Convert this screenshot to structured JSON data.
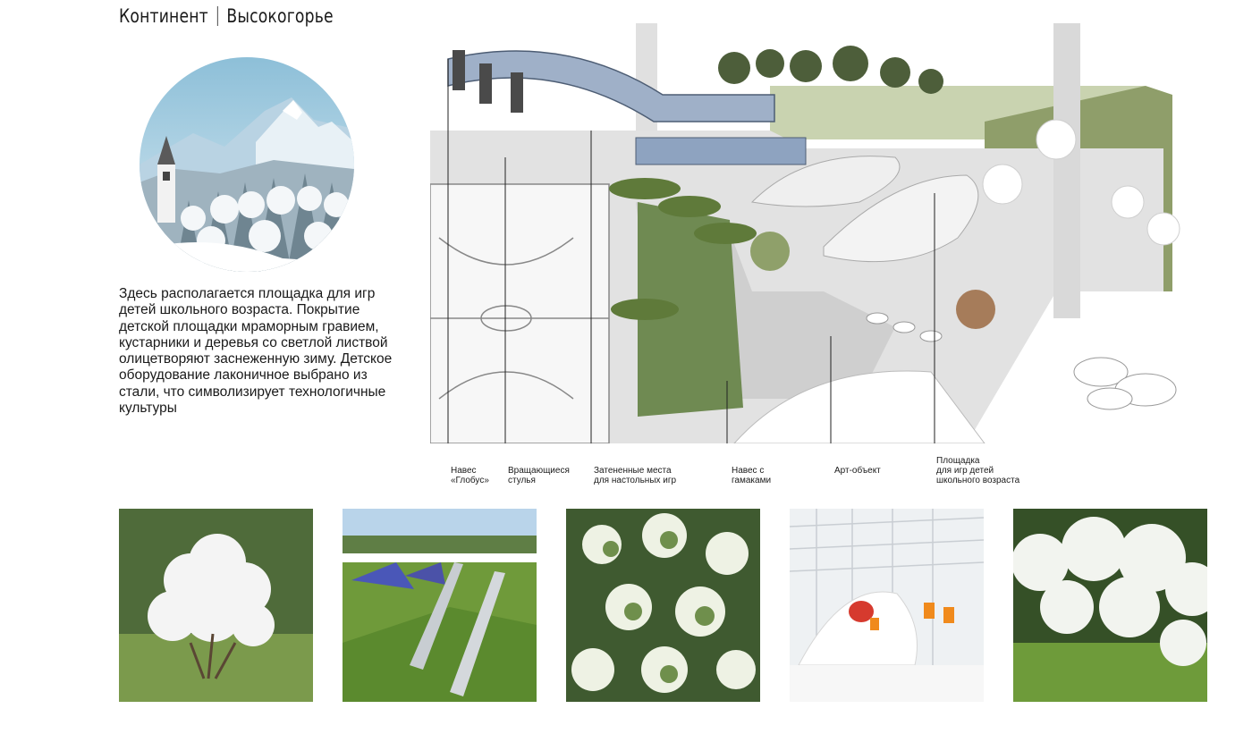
{
  "header": {
    "left": "Континент",
    "right": "Высокогорье"
  },
  "description": "Здесь располагается площадка для игр детей школьного возраста. Покрытие детской площадки мраморным гравием, кустарники и деревья со светлой листвой олицетворяют заснеженную зиму. Детское оборудование лаконичное выбрано из стали, что символизирует технологичные культуры",
  "labels": [
    "Навес\n«Глобус»",
    "Вращающиеся\nстулья",
    "Затененные места\nдля настольных игр",
    "Навес с\nгамаками",
    "Арт-объект",
    "Площадка\nдля игр детей\nшкольного возраста"
  ],
  "colors": {
    "grass": "#7f9158",
    "paving": "#d6d6d6",
    "canopy": "#8ea3c0",
    "snow": "#eef3f8"
  }
}
